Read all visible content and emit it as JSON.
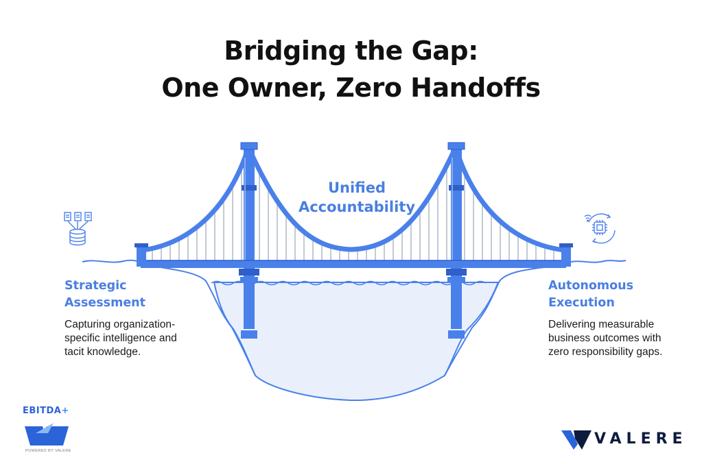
{
  "title": {
    "line1": "Bridging the Gap:",
    "line2": "One Owner, Zero Handoffs"
  },
  "center": {
    "line1": "Unified",
    "line2": "Accountability"
  },
  "left": {
    "title_line1": "Strategic",
    "title_line2": "Assessment",
    "desc_line1": "Capturing organization-",
    "desc_line2": "specific intelligence and",
    "desc_line3": "tacit knowledge.",
    "icon": "documents-database-icon"
  },
  "right": {
    "title_line1": "Autonomous",
    "title_line2": "Execution",
    "desc_line1": "Delivering measurable",
    "desc_line2": "business outcomes with",
    "desc_line3": "zero responsibility gaps.",
    "icon": "ai-chip-cycle-icon"
  },
  "logos": {
    "ebitda_text": "EBITDA",
    "ebitda_plus": "+",
    "powered_text": "POWERED BY VALERE",
    "valere_text": "VALERE"
  },
  "colors": {
    "bridge": "#4a80ea",
    "bridge_dark": "#2f5fc8",
    "water": "#e9f0fc",
    "outline": "#4a80ea",
    "accent_text": "#4a7fe0",
    "dark_text": "#111111"
  }
}
